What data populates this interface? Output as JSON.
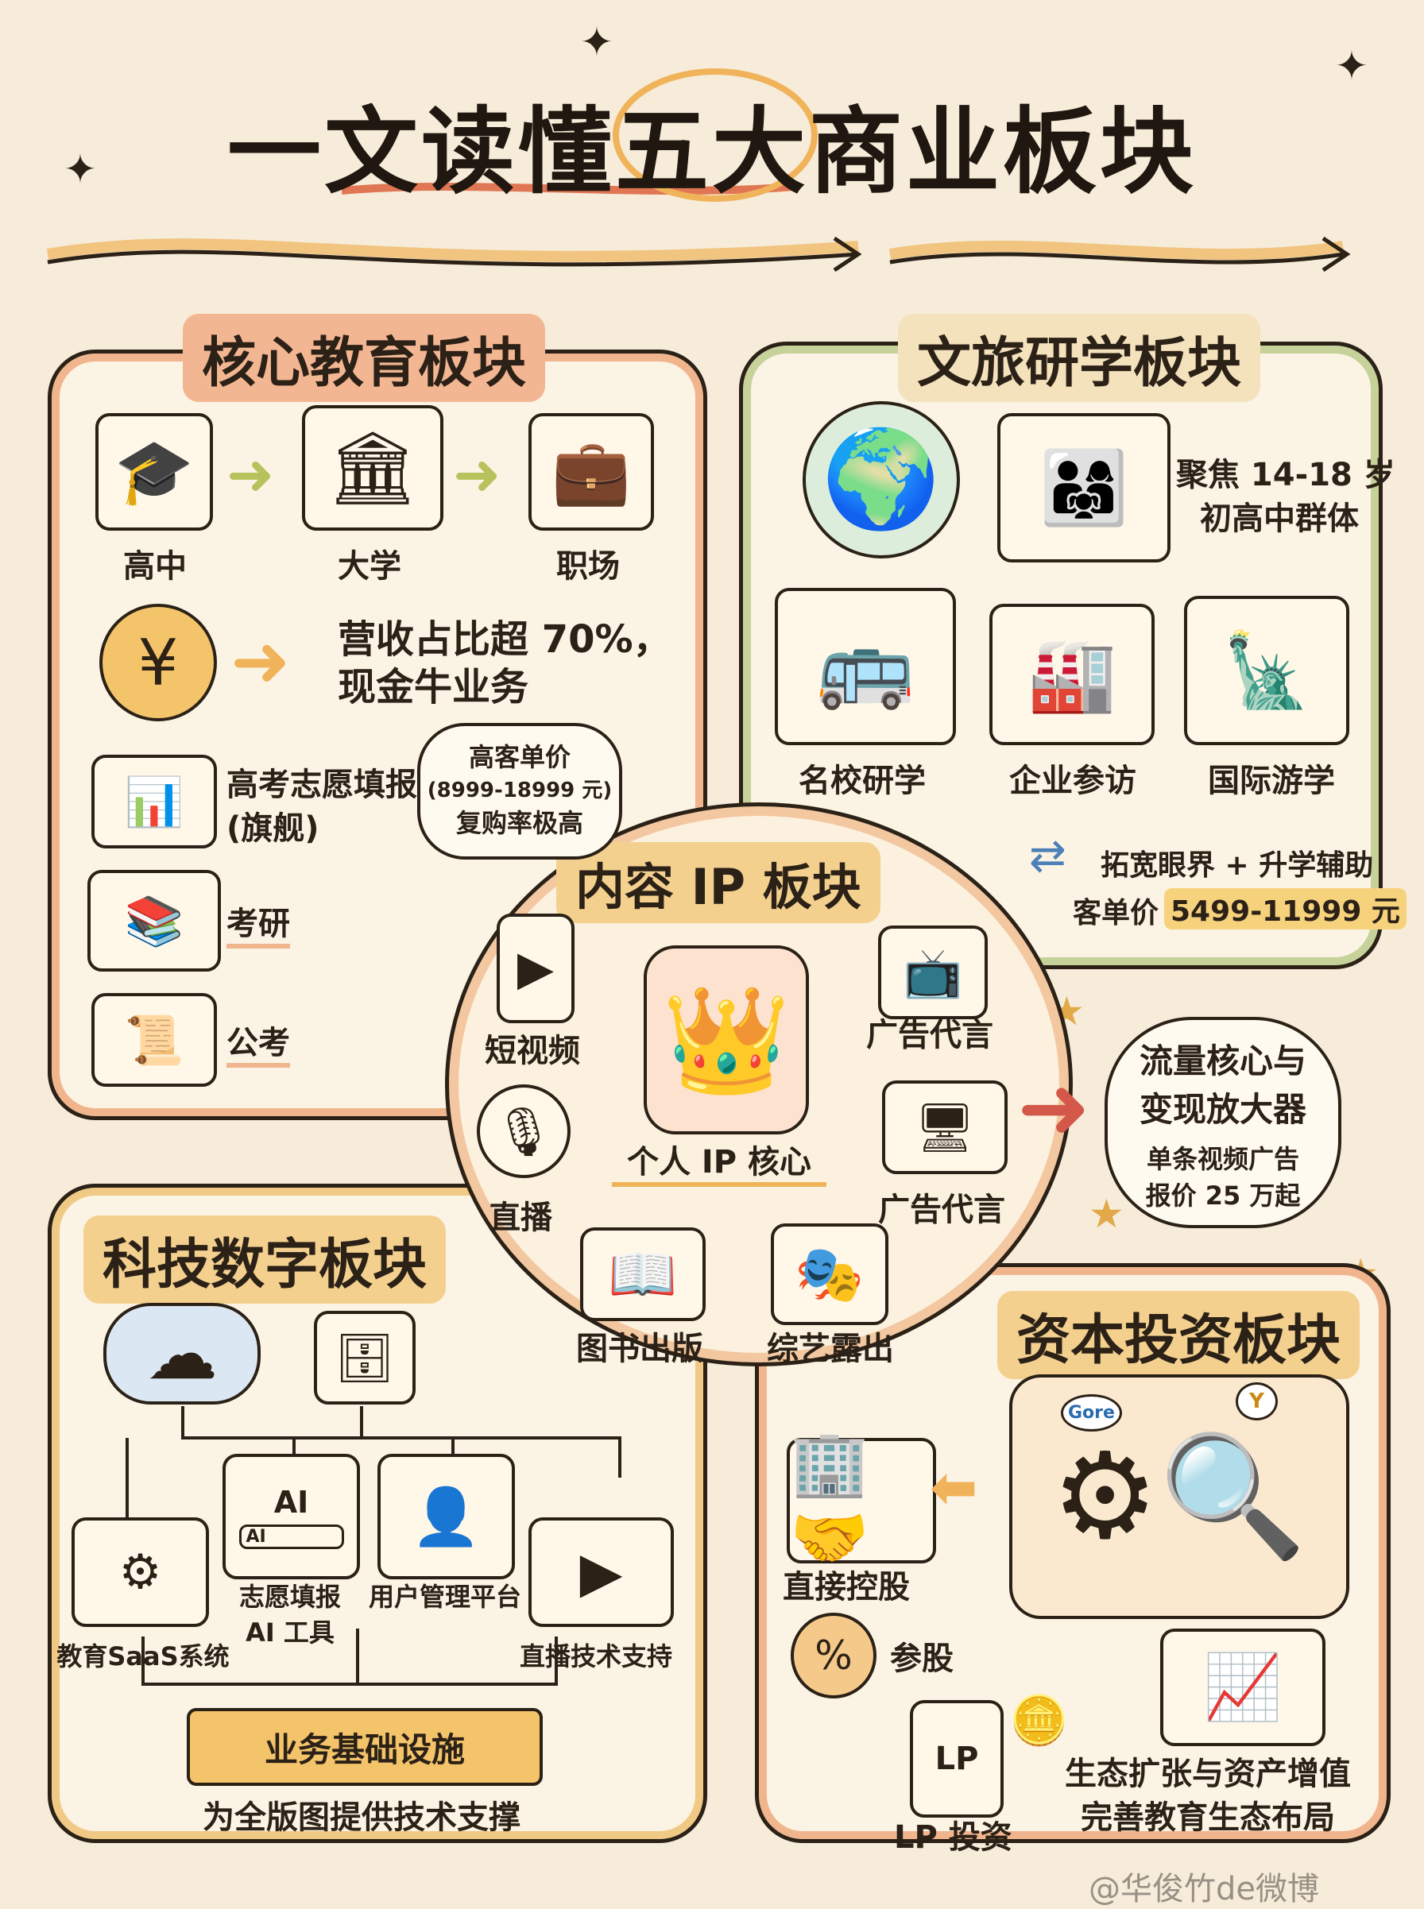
{
  "title": "一文读懂五大商业板块",
  "edu": {
    "heading": "核心教育板块",
    "path": [
      "高中",
      "大学",
      "职场"
    ],
    "revenue": "营收占比超 70%，",
    "revenue2": "现金牛业务",
    "items": [
      {
        "label": "高考志愿填报",
        "label2": "(旗舰)"
      },
      {
        "label": "考研"
      },
      {
        "label": "公考"
      }
    ],
    "price_bubble": [
      "高客单价",
      "(8999-18999 元)",
      "复购率极高"
    ]
  },
  "travel": {
    "heading": "文旅研学板块",
    "focus": [
      "聚焦 14-18 岁",
      "初高中群体"
    ],
    "items": [
      "名校研学",
      "企业参访",
      "国际游学"
    ],
    "benefit": "拓宽眼界 + 升学辅助",
    "price_label": "客单价",
    "price": "5499-11999 元"
  },
  "ip": {
    "heading": "内容 IP 板块",
    "core": "个人 IP 核心",
    "items": [
      "短视频",
      "广告代言",
      "直播",
      "广告代言",
      "图书出版",
      "综艺露出"
    ],
    "cloud": [
      "流量核心与",
      "变现放大器",
      "单条视频广告",
      "报价 25 万起"
    ]
  },
  "tech": {
    "heading": "科技数字板块",
    "items": [
      "教育SaaS系统",
      "志愿填报",
      "AI 工具",
      "用户管理平台",
      "直播技术支持"
    ],
    "ai_chip": "AI",
    "ai_input": "AI",
    "base": "业务基础设施",
    "base_caption": "为全版图提供技术支撑"
  },
  "capital": {
    "heading": "资本投资板块",
    "items": [
      "直接控股",
      "参股",
      "LP 投资"
    ],
    "lp_tag": "LP",
    "gear_tags": [
      "Gore",
      "Y"
    ],
    "result": [
      "生态扩张与资产增值",
      "完善教育生态布局"
    ]
  },
  "watermark": "@华俊竹de微博",
  "colors": {
    "edu": "#f1b58d",
    "travel": "#c6d29a",
    "tech": "#f0c984",
    "accent": "#f7d27d"
  }
}
